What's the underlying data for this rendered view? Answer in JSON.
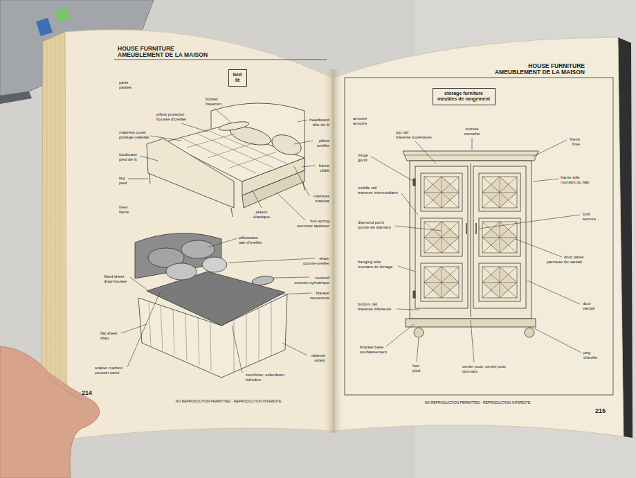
{
  "diagram": {
    "nodes": [
      {
        "text": [
          "bed",
          "lit"
        ]
      },
      {
        "text": [
          "storage furniture",
          "meubles de rangement"
        ]
      }
    ],
    "labels": [
      "HOUSE FURNITURE",
      "AMEUBLEMENT DE LA MAISON",
      "parts",
      "parties",
      "bolster",
      "traversin",
      "pillow protector",
      "housse d'oreiller",
      "mattress cover",
      "protège-matelas",
      "footboard",
      "pied de lit",
      "leg",
      "pied",
      "headboard",
      "tête de lit",
      "pillow",
      "oreiller",
      "frame",
      "châlit",
      "mattress",
      "matelas",
      "box spring",
      "sommier tapissier",
      "elastic",
      "élastique",
      "linen",
      "literie",
      "pillowcase",
      "taie d'oreiller",
      "sham",
      "couvre-oreiller",
      "neckroll",
      "coussin cylindrique",
      "blanket",
      "couverture",
      "fitted sheet",
      "drap-housse",
      "flat sheet",
      "drap",
      "scatter cushion",
      "coussin carré",
      "valance",
      "volant",
      "comforter, eiderdown",
      "édredon",
      "214",
      "NO REPRODUCTION PERMITTED - REPRODUCTION INTERDITE",
      "HOUSE FURNITURE",
      "AMEUBLEMENT DE LA MAISON",
      "armoire",
      "armoire",
      "top rail",
      "traverse supérieure",
      "cornice",
      "corniche",
      "frieze",
      "frise",
      "hinge",
      "gond",
      "frame stile",
      "montant du bâti",
      "middle rail",
      "traverse intermédiaire",
      "lock",
      "serrure",
      "diamond point",
      "pointe de diamant",
      "door panel",
      "panneau du vantail",
      "hanging stile",
      "montant de ferrage",
      "door",
      "vantail",
      "bottom rail",
      "traverse inférieure",
      "peg",
      "cheville",
      "bracket base",
      "soubassement",
      "foot",
      "pied",
      "center post, centre post",
      "dormant",
      "NO REPRODUCTION PERMITTED - REPRODUCTION INTERDITE",
      "215"
    ]
  }
}
